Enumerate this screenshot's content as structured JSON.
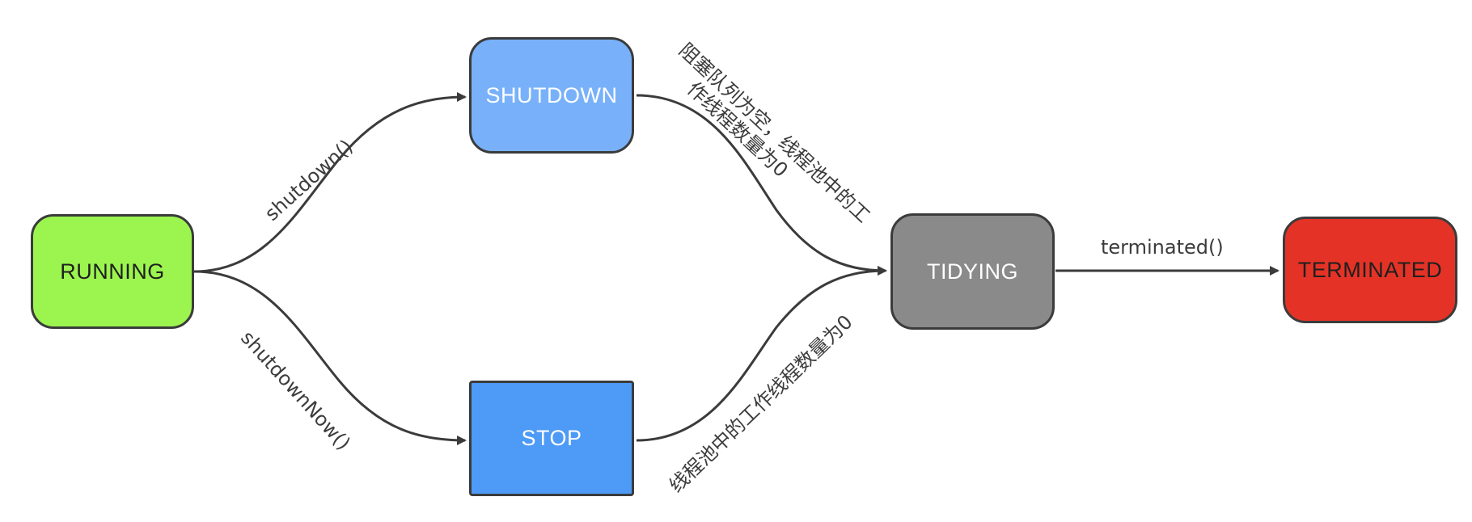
{
  "states": {
    "running": {
      "label": "RUNNING",
      "fill": "#9cf54f",
      "text_color": "#1f1f1f"
    },
    "shutdown": {
      "label": "SHUTDOWN",
      "fill": "#78b1fa",
      "text_color": "#ffffff"
    },
    "stop": {
      "label": "STOP",
      "fill": "#4e9af7",
      "text_color": "#ffffff"
    },
    "tidying": {
      "label": "TIDYING",
      "fill": "#8a8a8a",
      "text_color": "#ffffff"
    },
    "terminated": {
      "label": "TERMINATED",
      "fill": "#e43326",
      "text_color": "#1f1f1f"
    }
  },
  "transitions": {
    "running_to_shutdown": {
      "label": "shutdown()"
    },
    "running_to_stop": {
      "label": "shutdownNow()"
    },
    "shutdown_to_tidying": {
      "lines": [
        "阻塞队列为空，线程池中的工",
        "作线程数量为0"
      ]
    },
    "stop_to_tidying": {
      "label": "线程池中的工作线程数量为0"
    },
    "tidying_to_terminated": {
      "label": "terminated()"
    }
  },
  "colors": {
    "edge": "#3b3b3b",
    "border": "#3b3b3b"
  }
}
